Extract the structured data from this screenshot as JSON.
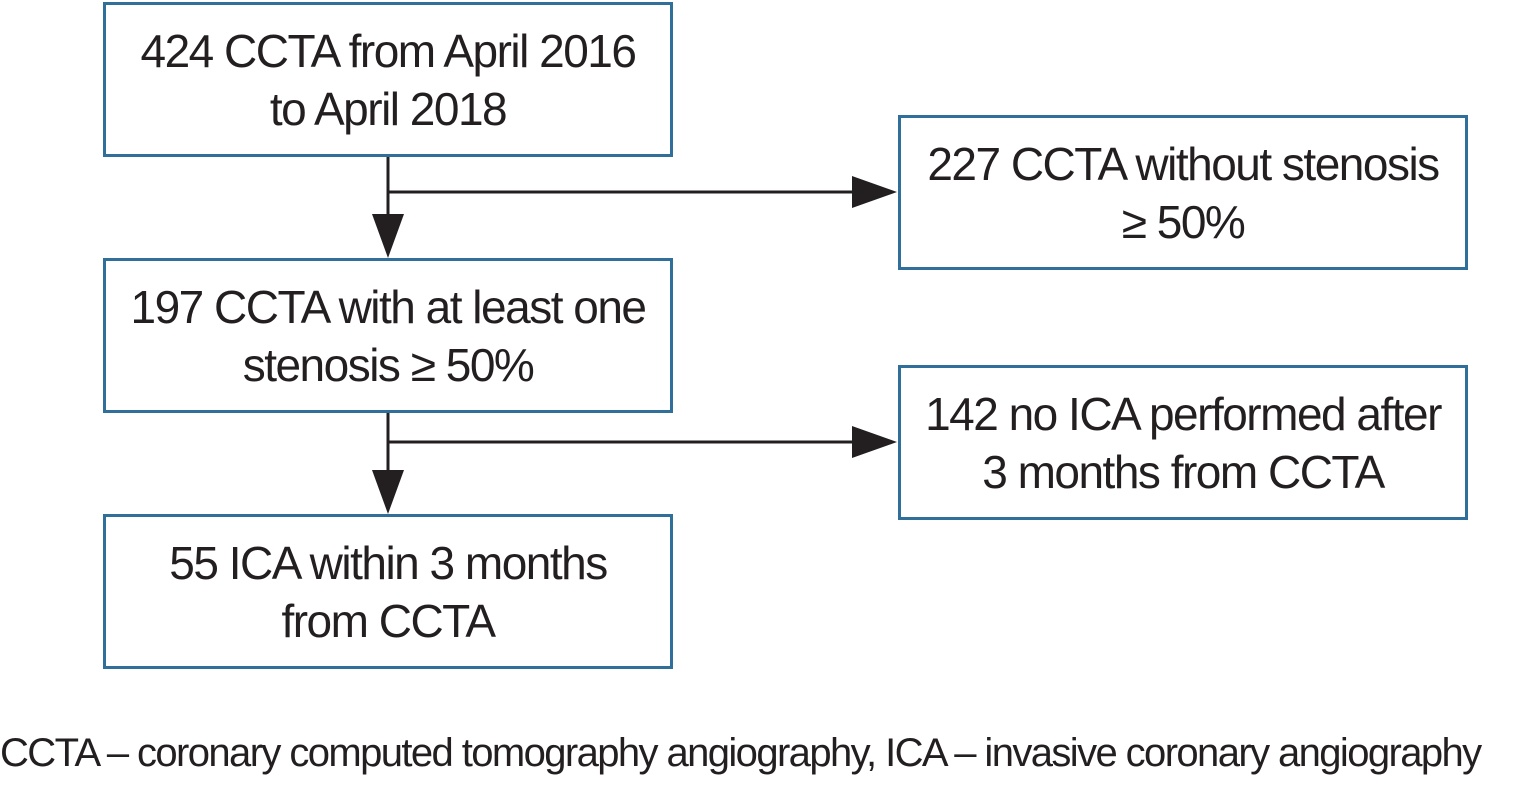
{
  "colors": {
    "box_border": "#2f6f99",
    "text": "#231f20",
    "arrow": "#231f20"
  },
  "boxes": {
    "start": {
      "line1": "424 CCTA from April 2016",
      "line2": "to April 2018"
    },
    "excluded_no_stenosis": {
      "line1": "227 CCTA without stenosis",
      "line2": "≥ 50%"
    },
    "with_stenosis": {
      "line1": "197 CCTA with at least one",
      "line2": "stenosis ≥ 50%"
    },
    "excluded_no_ica": {
      "line1": "142 no ICA performed after",
      "line2": "3 months from CCTA"
    },
    "final": {
      "line1": "55 ICA within 3 months",
      "line2": "from CCTA"
    }
  },
  "footnote": "CCTA – coronary computed tomography angiography, ICA – invasive coronary angiography"
}
